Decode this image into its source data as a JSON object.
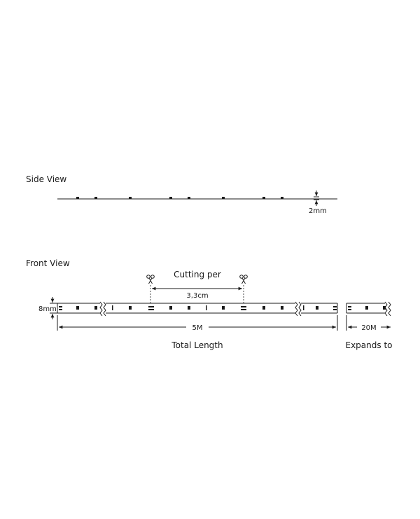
{
  "side_view": {
    "title": "Side View",
    "thickness_label": "2mm"
  },
  "front_view": {
    "title": "Front View",
    "width_label": "8mm",
    "cutting_title": "Cutting per",
    "cutting_interval": "3,3cm",
    "length_value": "5M",
    "length_caption": "Total Length",
    "expand_value": "20M",
    "expand_caption": "Expands to"
  },
  "colors": {
    "ink": "#1a1a1a",
    "background": "#ffffff"
  },
  "icons": [
    "scissors-icon",
    "break-mark-icon",
    "dimension-arrow-icon"
  ]
}
